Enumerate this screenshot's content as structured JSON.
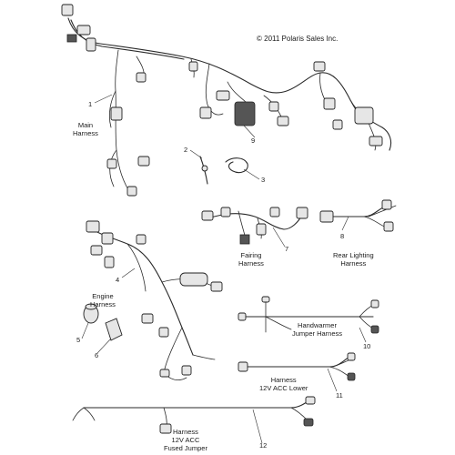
{
  "copyright": "© 2011 Polaris Sales Inc.",
  "parts": [
    {
      "callout": "1",
      "label": "Main\nHarness"
    },
    {
      "callout": "2",
      "label": ""
    },
    {
      "callout": "3",
      "label": ""
    },
    {
      "callout": "4",
      "label": ""
    },
    {
      "callout": "5",
      "label": ""
    },
    {
      "callout": "6",
      "label": ""
    },
    {
      "callout": "7",
      "label": "Fairing\nHarness"
    },
    {
      "callout": "8",
      "label": "Rear Lighting\nHarness"
    },
    {
      "callout": "9",
      "label": ""
    },
    {
      "callout": "10",
      "label": "Handwarmer\nJumper Harness"
    },
    {
      "callout": "11",
      "label": "Harness\n12V ACC Lower"
    },
    {
      "callout": "12",
      "label": "Harness\n12V ACC\nFused Jumper"
    }
  ],
  "extra_labels": {
    "engine_harness": "Engine\nHarness"
  }
}
